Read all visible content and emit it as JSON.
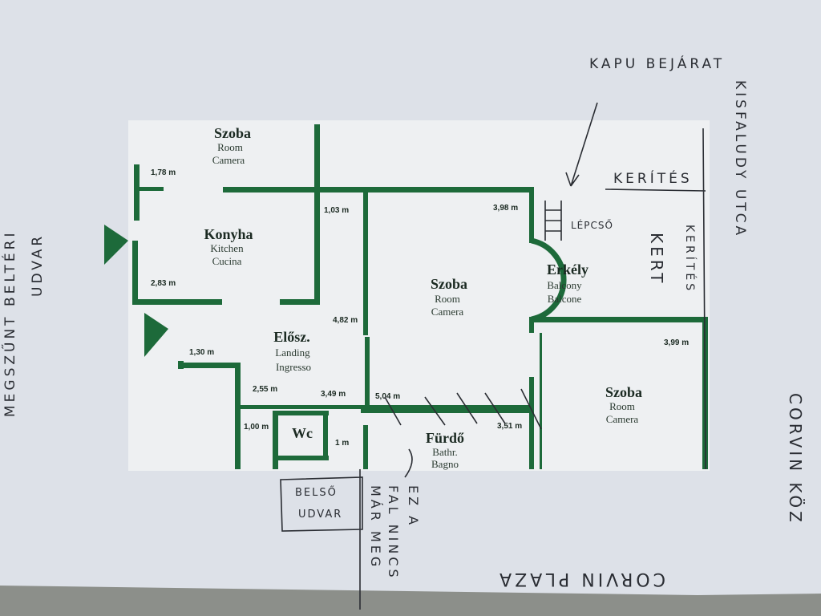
{
  "floor_plan": {
    "rooms": [
      {
        "name": "Szoba",
        "en": "Room",
        "it": "Camera"
      },
      {
        "name": "Konyha",
        "en": "Kitchen",
        "it": "Cucina"
      },
      {
        "name": "Szoba",
        "en": "Room",
        "it": "Camera"
      },
      {
        "name": "Erkély",
        "en": "Balcony",
        "it": "Balcone"
      },
      {
        "name": "Elősz.",
        "en": "Landing",
        "it": "Ingresso"
      },
      {
        "name": "Szoba",
        "en": "Room",
        "it": "Camera"
      },
      {
        "name": "Wc"
      },
      {
        "name": "Fürdő",
        "en": "Bathr.",
        "it": "Bagno"
      }
    ],
    "dimensions": [
      "1,78 m",
      "2,83 m",
      "1,03 m",
      "4,82 m",
      "3,98 m",
      "1,30 m",
      "2,55 m",
      "3,49 m",
      "5,04 m",
      "3,51 m",
      "3,99 m",
      "1,00 m",
      "1 m"
    ]
  },
  "handwritten_notes": {
    "kapu": "KAPU BEJÁRAT",
    "utca": "KISFALUDY UTCA",
    "kerites_top": "KERÍTÉS",
    "lepcso": "LÉPCSŐ",
    "kert": "KERT",
    "kerites_side": "KERÍTÉS",
    "corvin_koz": "CORVIN KÖZ",
    "corvin_plaza": "CORVIN PLAZA",
    "fal_line1": "EZ A",
    "fal_line2": "FAL NINCS",
    "fal_line3": "MÁR MEG",
    "belso_line1": "BELSŐ",
    "belso_line2": "UDVAR",
    "left_line1": "MEGSZŰNT BELTÉRI",
    "left_line2": "UDVAR"
  },
  "colors": {
    "wall": "#1d6a3a",
    "paper": "#dfe3ea"
  }
}
